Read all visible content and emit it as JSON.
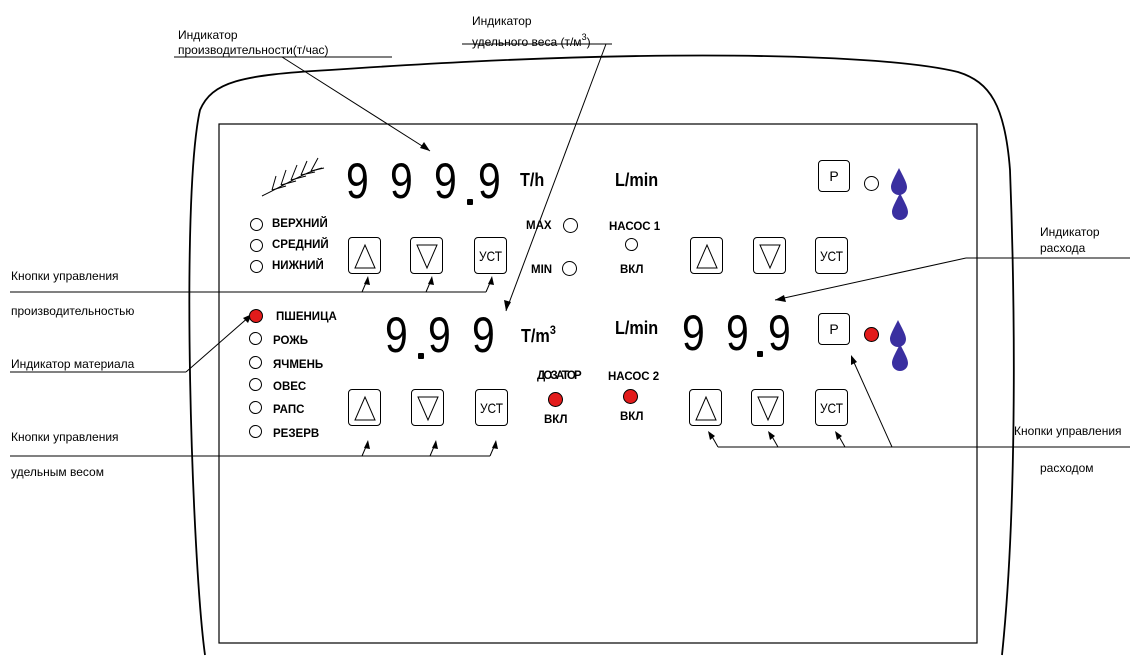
{
  "callouts": {
    "perf_indicator": "Индикатор\nпроизводительности(т/час)",
    "perf_indicator_line1": "Индикатор",
    "perf_indicator_line2": "производительности(т/час)",
    "density_indicator_line1": "Индикатор",
    "density_indicator_line2": "удельного веса (т/м",
    "density_indicator_sup": "3",
    "density_indicator_close": ")",
    "flow_indicator_line1": "Индикатор",
    "flow_indicator_line2": "расхода",
    "perf_buttons_line1": "Кнопки управления",
    "perf_buttons_line2": "производительностью",
    "material_indicator": "Индикатор материала",
    "density_buttons_line1": "Кнопки управления",
    "density_buttons_line2": "удельным весом",
    "flow_buttons_line1": "Кнопки управления",
    "flow_buttons_line2": "расходом"
  },
  "panel": {
    "perf_display": {
      "digits": [
        "9",
        "9",
        "9",
        "9"
      ],
      "unit": "T/h"
    },
    "density_display": {
      "digits": [
        "9",
        "9",
        "9"
      ],
      "unit": "T/m",
      "unit_sup": "3"
    },
    "flow_display": {
      "digits": [
        "9",
        "9",
        "9"
      ]
    },
    "lmin_top": "L/min",
    "lmin_bottom": "L/min",
    "levels": [
      "ВЕРХНИЙ",
      "СРЕДНИЙ",
      "НИЖНИЙ"
    ],
    "materials": [
      {
        "name": "ПШЕНИЦА",
        "active": true
      },
      {
        "name": "РОЖЬ",
        "active": false
      },
      {
        "name": "ЯЧМЕНЬ",
        "active": false
      },
      {
        "name": "ОВЕС",
        "active": false
      },
      {
        "name": "РАПС",
        "active": false
      },
      {
        "name": "РЕЗЕРВ",
        "active": false
      }
    ],
    "max_label": "MAX",
    "min_label": "MIN",
    "pump1_label": "НАСОС 1",
    "pump1_state": "ВКЛ",
    "pump2_label": "НАСОС 2",
    "pump2_state": "ВКЛ",
    "doser_label": "ДОЗАТОР",
    "doser_state": "ВКЛ",
    "set_label": "УСТ",
    "p_label": "P"
  },
  "colors": {
    "led_on": "#e21b1b",
    "drop": "#3a2fa0",
    "line": "#000000"
  },
  "icons": [
    "wheat-ear-icon",
    "arrow-up-icon",
    "arrow-down-icon",
    "water-drop-icon"
  ]
}
